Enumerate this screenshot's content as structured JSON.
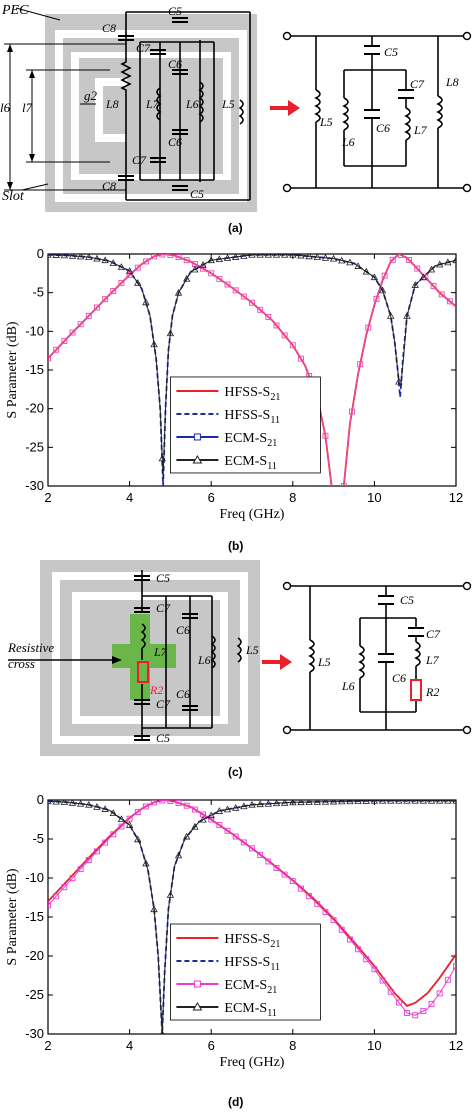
{
  "panels": {
    "a": {
      "caption": "(a)",
      "layout_labels": {
        "pec": "PEC",
        "slot": "Slot",
        "l6": "l6",
        "l7": "l7",
        "g2": "g2"
      },
      "layout_components": [
        "C5",
        "C5",
        "C6",
        "C6",
        "C7",
        "C7",
        "C8",
        "C8",
        "L5",
        "L6",
        "L7",
        "L8"
      ],
      "circuit_components": [
        "C5",
        "C6",
        "C7",
        "L5",
        "L6",
        "L7",
        "L8"
      ]
    },
    "b": {
      "caption": "(b)",
      "chart": {
        "ylabel": "S Parameter (dB)",
        "xlabel": "Freq (GHz)",
        "xlim": [
          2,
          12
        ],
        "ylim": [
          -30,
          0
        ],
        "xticks": [
          "2",
          "4",
          "6",
          "8",
          "10",
          "12"
        ],
        "yticks": [
          "0",
          "-5",
          "-10",
          "-15",
          "-20",
          "-25",
          "-30"
        ],
        "legend": [
          "HFSS-S21",
          "HFSS-S11",
          "ECM-S21",
          "ECM-S11"
        ]
      }
    },
    "c": {
      "caption": "(c)",
      "layout_labels": {
        "resistive": "Resistive",
        "cross": "cross",
        "r2": "R2"
      },
      "layout_components": [
        "C5",
        "C5",
        "C6",
        "C6",
        "C7",
        "C7",
        "L5",
        "L6",
        "L7",
        "R2"
      ],
      "circuit_components": [
        "C5",
        "C6",
        "C7",
        "L5",
        "L6",
        "L7",
        "R2"
      ]
    },
    "d": {
      "caption": "(d)",
      "chart": {
        "ylabel": "S Parameter (dB)",
        "xlabel": "Freq (GHz)",
        "xlim": [
          2,
          12
        ],
        "ylim": [
          -30,
          0
        ],
        "xticks": [
          "2",
          "4",
          "6",
          "8",
          "10",
          "12"
        ],
        "yticks": [
          "0",
          "-5",
          "-10",
          "-15",
          "-20",
          "-25",
          "-30"
        ],
        "legend": [
          "HFSS-S21",
          "HFSS-S11",
          "ECM-S21",
          "ECM-S11"
        ]
      }
    }
  },
  "chart_data": [
    {
      "type": "line",
      "panel": "b",
      "xlabel": "Freq (GHz)",
      "ylabel": "S Parameter (dB)",
      "xlim": [
        2,
        12
      ],
      "ylim": [
        -30,
        0
      ],
      "grid": false,
      "legend_position": "bottom-center",
      "series": [
        {
          "name": "HFSS-S21",
          "color": "#e8202a",
          "style": "solid",
          "x": [
            2,
            2.5,
            3,
            3.5,
            4,
            4.3,
            4.6,
            4.85,
            5.1,
            5.5,
            6,
            6.5,
            7,
            7.5,
            8,
            8.3,
            8.6,
            8.8,
            8.95
          ],
          "y": [
            -13.5,
            -10.7,
            -8,
            -5.3,
            -2.7,
            -1.3,
            -0.3,
            0,
            -0.2,
            -1,
            -2.5,
            -4.3,
            -6.3,
            -8.6,
            -11.8,
            -14.4,
            -18.5,
            -23.5,
            -30
          ]
        },
        {
          "name": "HFSS-S21",
          "color": "#e8202a",
          "style": "solid",
          "x": [
            9.25,
            9.4,
            9.6,
            9.8,
            10,
            10.2,
            10.4,
            10.6,
            10.8,
            11,
            11.3,
            11.6,
            12
          ],
          "y": [
            -30,
            -22,
            -15.5,
            -10.5,
            -6.6,
            -3.4,
            -1,
            0,
            -0.5,
            -1.6,
            -3.3,
            -5,
            -6.8
          ]
        },
        {
          "name": "HFSS-S11",
          "color": "#1c2aa8",
          "style": "dashed",
          "x": [
            2,
            2.5,
            3,
            3.5,
            4,
            4.3,
            4.5,
            4.65,
            4.75,
            4.82,
            4.88,
            4.95,
            5.05,
            5.2,
            5.5,
            6,
            7,
            8,
            9,
            9.5,
            10,
            10.2,
            10.4,
            10.5,
            10.58,
            10.63,
            10.7,
            10.8,
            11,
            11.5,
            12
          ],
          "y": [
            -0.1,
            -0.2,
            -0.4,
            -0.9,
            -2.2,
            -4.5,
            -8,
            -13.5,
            -20,
            -30,
            -20,
            -12.5,
            -8,
            -5,
            -2.3,
            -0.8,
            -0.1,
            -0.1,
            -0.6,
            -1.2,
            -3,
            -4.7,
            -8,
            -11.5,
            -15.5,
            -18.5,
            -13.5,
            -8,
            -4,
            -1.5,
            -0.8
          ]
        },
        {
          "name": "ECM-S21",
          "color": "#ec4ab4",
          "style": "solid",
          "marker": "square",
          "x": [
            2,
            2.5,
            3,
            3.5,
            4,
            4.3,
            4.6,
            4.85,
            5.1,
            5.5,
            6,
            6.5,
            7,
            7.5,
            8,
            8.3,
            8.6,
            8.8,
            8.95
          ],
          "y": [
            -13.5,
            -10.7,
            -8,
            -5.3,
            -2.7,
            -1.3,
            -0.3,
            0,
            -0.2,
            -1,
            -2.5,
            -4.3,
            -6.3,
            -8.6,
            -11.8,
            -14.4,
            -18.5,
            -23.5,
            -30
          ]
        },
        {
          "name": "ECM-S21",
          "color": "#ec4ab4",
          "style": "solid",
          "marker": "square",
          "x": [
            9.25,
            9.4,
            9.6,
            9.8,
            10,
            10.2,
            10.4,
            10.6,
            10.8,
            11,
            11.3,
            11.6,
            12
          ],
          "y": [
            -30,
            -22,
            -15.5,
            -10.5,
            -6.6,
            -3.4,
            -1,
            0,
            -0.5,
            -1.6,
            -3.3,
            -5,
            -6.8
          ]
        },
        {
          "name": "ECM-S11",
          "color": "#222222",
          "style": "solid",
          "marker": "triangle",
          "x": [
            2,
            2.5,
            3,
            3.5,
            4,
            4.3,
            4.5,
            4.65,
            4.75,
            4.82,
            4.88,
            4.95,
            5.05,
            5.2,
            5.5,
            6,
            7,
            8,
            9,
            9.5,
            10,
            10.2,
            10.4,
            10.5,
            10.6,
            10.65,
            10.72,
            10.8,
            11,
            11.5,
            12
          ],
          "y": [
            -0.1,
            -0.2,
            -0.4,
            -0.9,
            -2.2,
            -4.5,
            -8,
            -13.5,
            -20,
            -29,
            -20,
            -12.5,
            -8,
            -5,
            -2.3,
            -0.8,
            -0.1,
            -0.1,
            -0.6,
            -1.2,
            -3,
            -4.7,
            -8,
            -11.5,
            -16.5,
            -17,
            -13,
            -8,
            -4,
            -1.5,
            -0.8
          ]
        }
      ]
    },
    {
      "type": "line",
      "panel": "d",
      "xlabel": "Freq (GHz)",
      "ylabel": "S Parameter (dB)",
      "xlim": [
        2,
        12
      ],
      "ylim": [
        -30,
        0
      ],
      "grid": false,
      "legend_position": "bottom-center",
      "series": [
        {
          "name": "HFSS-S21",
          "color": "#e8202a",
          "style": "solid",
          "x": [
            2,
            2.5,
            3,
            3.5,
            4,
            4.3,
            4.6,
            4.85,
            5.1,
            5.5,
            6,
            6.5,
            7,
            7.5,
            8,
            8.5,
            9,
            9.5,
            10,
            10.5,
            10.8,
            11,
            11.3,
            11.6,
            12
          ],
          "y": [
            -13,
            -10.2,
            -7.4,
            -4.7,
            -2.3,
            -1.1,
            -0.3,
            0,
            -0.2,
            -0.9,
            -2.5,
            -4.3,
            -6.2,
            -8.2,
            -10.3,
            -12.6,
            -15.2,
            -18.2,
            -21.3,
            -24.8,
            -26.4,
            -26,
            -24.8,
            -22.8,
            -19.8
          ]
        },
        {
          "name": "HFSS-S11",
          "color": "#1c2aa8",
          "style": "dashed",
          "x": [
            2,
            2.5,
            3,
            3.5,
            4,
            4.25,
            4.45,
            4.6,
            4.7,
            4.76,
            4.8,
            4.86,
            4.95,
            5.1,
            5.35,
            5.7,
            6.2,
            7,
            8,
            9,
            10,
            11,
            12
          ],
          "y": [
            -0.15,
            -0.3,
            -0.6,
            -1.3,
            -3.2,
            -5.5,
            -9,
            -14,
            -20,
            -26,
            -30,
            -22,
            -14,
            -8.5,
            -5,
            -2.8,
            -1.4,
            -0.6,
            -0.3,
            -0.2,
            -0.1,
            -0.1,
            -0.1
          ]
        },
        {
          "name": "ECM-S21",
          "color": "#ec3ad6",
          "style": "solid",
          "marker": "square",
          "x": [
            2,
            2.5,
            3,
            3.5,
            4,
            4.3,
            4.6,
            4.85,
            5.1,
            5.5,
            6,
            6.5,
            7,
            7.5,
            8,
            8.5,
            9,
            9.5,
            10,
            10.5,
            10.8,
            11,
            11.3,
            11.6,
            12
          ],
          "y": [
            -13.5,
            -10.6,
            -7.7,
            -4.9,
            -2.4,
            -1.1,
            -0.3,
            0,
            -0.2,
            -0.9,
            -2.5,
            -4.3,
            -6.2,
            -8.3,
            -10.4,
            -12.8,
            -15.4,
            -18.5,
            -21.7,
            -25.3,
            -27.3,
            -27.6,
            -26.8,
            -24.8,
            -21.3
          ]
        },
        {
          "name": "ECM-S11",
          "color": "#222222",
          "style": "solid",
          "marker": "triangle",
          "x": [
            2,
            2.5,
            3,
            3.5,
            4,
            4.25,
            4.45,
            4.6,
            4.7,
            4.76,
            4.8,
            4.86,
            4.95,
            5.1,
            5.35,
            5.7,
            6.2,
            7,
            8,
            9,
            10,
            11,
            12
          ],
          "y": [
            -0.15,
            -0.3,
            -0.6,
            -1.3,
            -3.2,
            -5.5,
            -9,
            -14,
            -20,
            -26,
            -30,
            -22,
            -14,
            -8.5,
            -5,
            -2.8,
            -1.4,
            -0.6,
            -0.3,
            -0.2,
            -0.1,
            -0.1,
            -0.1
          ]
        }
      ]
    }
  ]
}
